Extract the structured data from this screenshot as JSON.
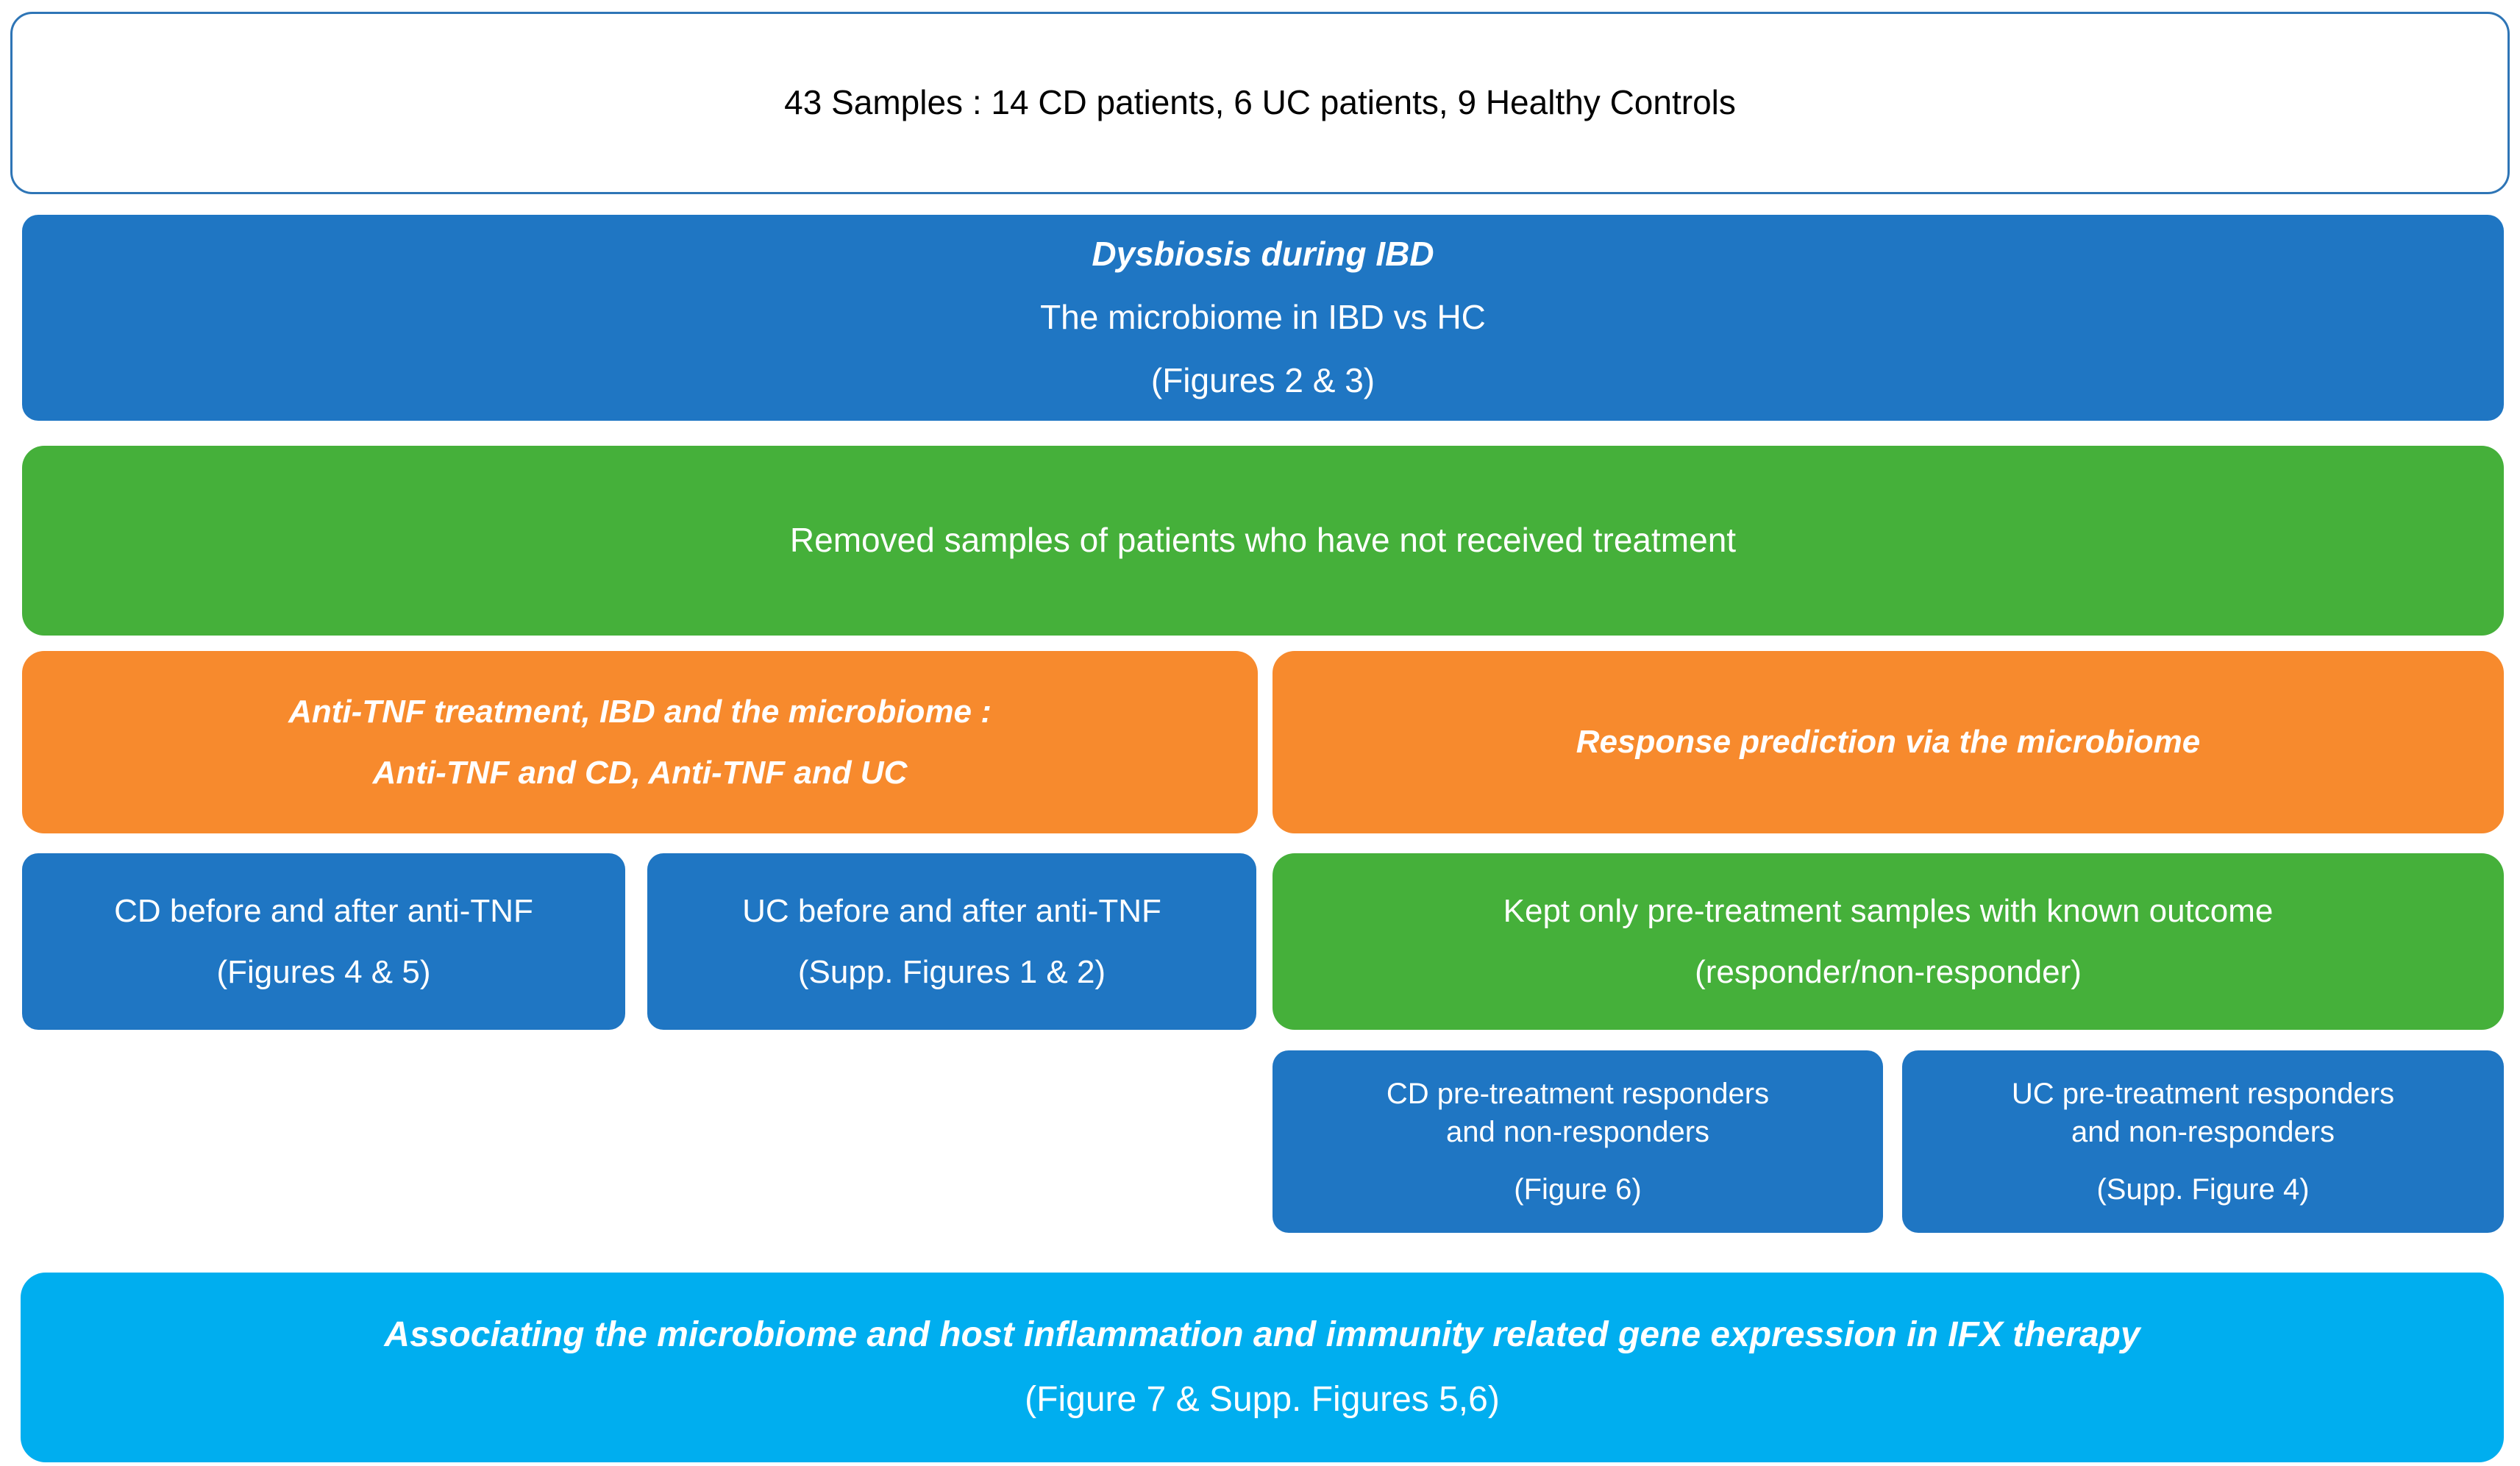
{
  "diagram": {
    "title": "IBD microbiome study workflow",
    "colors": {
      "blue": "#1F76C3",
      "green": "#45B03A",
      "orange": "#F78A2D",
      "cyan": "#00AEEF",
      "outline_blue": "#2E75B6",
      "text_white": "#FFFFFF",
      "text_black": "#000000"
    },
    "nodes": {
      "samples": {
        "line1": "43 Samples : 14 CD patients, 6 UC patients, 9 Healthy Controls"
      },
      "dysbiosis": {
        "line1": "Dysbiosis during IBD",
        "line2": "The microbiome in IBD vs HC",
        "line3": "(Figures 2 & 3)"
      },
      "removed_samples": {
        "line1": "Removed samples of patients who have not received treatment"
      },
      "antitnf_treatment": {
        "line1": "Anti-TNF treatment, IBD and the microbiome :",
        "line2": "Anti-TNF and CD,  Anti-TNF and UC"
      },
      "response_prediction": {
        "line1": "Response prediction via the microbiome"
      },
      "cd_before_after": {
        "line1": "CD before and after anti-TNF",
        "line2": "(Figures 4 & 5)"
      },
      "uc_before_after": {
        "line1": "UC before and after anti-TNF",
        "line2": "(Supp. Figures 1 & 2)"
      },
      "kept_pretreatment": {
        "line1": "Kept only pre-treatment samples with known outcome",
        "line2": "(responder/non-responder)"
      },
      "cd_responders": {
        "line1": "CD pre-treatment  responders",
        "line2": "and non-responders",
        "line3": "(Figure 6)"
      },
      "uc_responders": {
        "line1": "UC pre-treatment  responders",
        "line2": "and non-responders",
        "line3": "(Supp. Figure 4)"
      },
      "associating": {
        "line1": "Associating the microbiome and host inflammation and immunity related gene expression in IFX therapy",
        "line2": "(Figure 7 & Supp. Figures 5,6)"
      }
    }
  }
}
